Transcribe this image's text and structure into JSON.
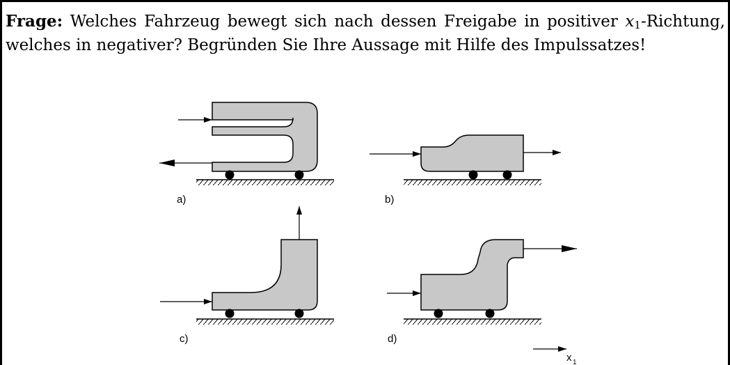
{
  "question": {
    "label": "Frage:",
    "text_before_var": " Welches Fahrzeug bewegt sich nach dessen Freigabe in positiver ",
    "var_symbol": "x",
    "var_subscript": "1",
    "text_after_var": "-Richtung, welches in negativer? Begründen Sie Ihre Aussage mit Hilfe des Impulssatzes!"
  },
  "figure": {
    "labels": [
      "a)",
      "b)",
      "c)",
      "d)"
    ],
    "axis_label": "x",
    "axis_subscript": "1",
    "colors": {
      "body_fill": "#c8c8c8",
      "stroke": "#000000"
    }
  }
}
